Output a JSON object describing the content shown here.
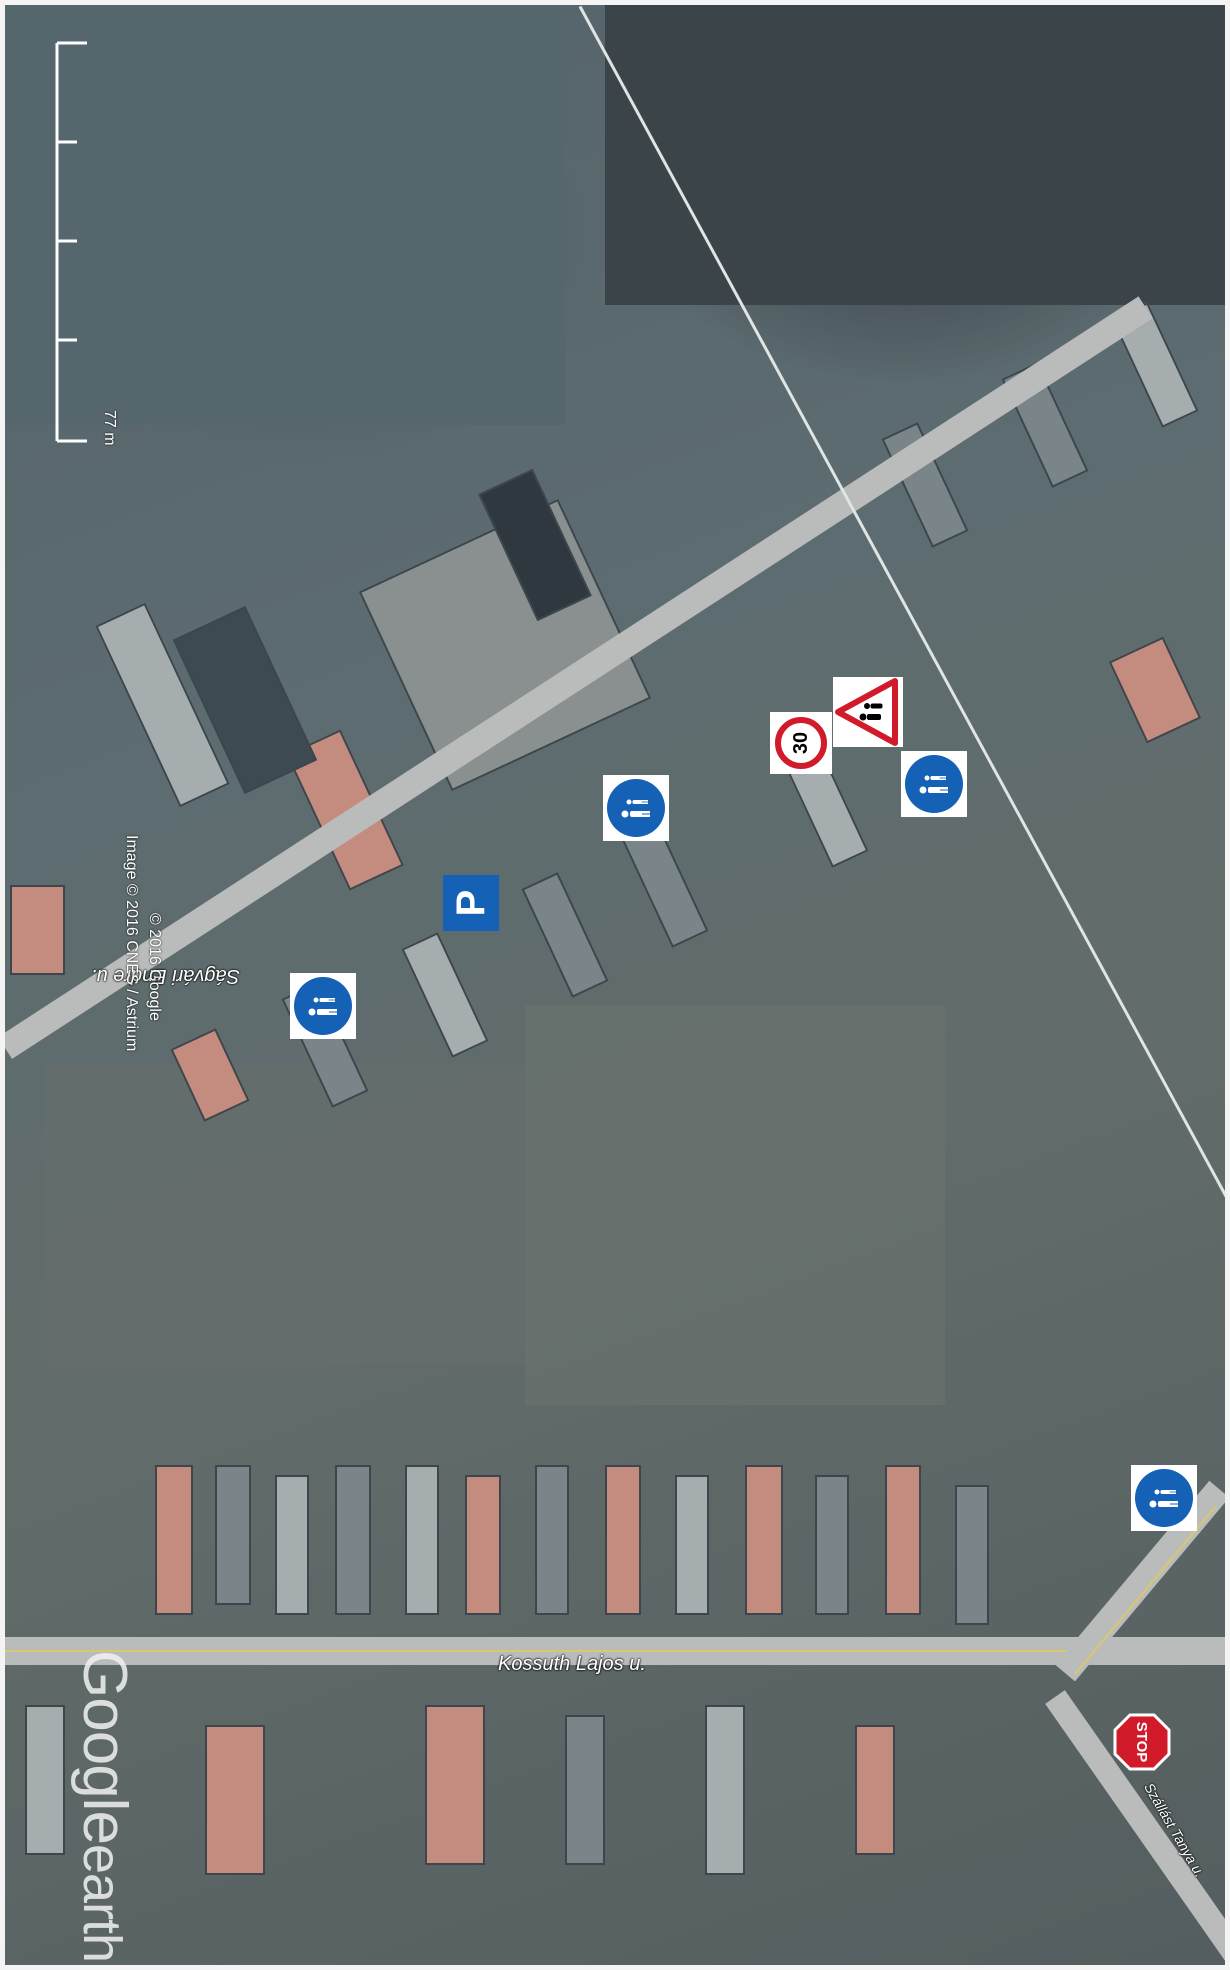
{
  "map": {
    "scale_label": "77 m",
    "credits": [
      "© 2016 Google",
      "Image © 2016 CNES / Astrium"
    ],
    "brand_google": "Google",
    "brand_earth": "earth"
  },
  "streets": [
    {
      "name": "Ságvári Endre u."
    },
    {
      "name": "Kossuth Lajos u."
    },
    {
      "name": "Szállást Tanya u."
    }
  ],
  "signs": {
    "speed_limit": "30",
    "parking": "P",
    "stop": "STOP"
  },
  "colors": {
    "sign_blue": "#1461b5",
    "sign_red": "#d11a2a",
    "road_yellow": "#d8c870"
  }
}
